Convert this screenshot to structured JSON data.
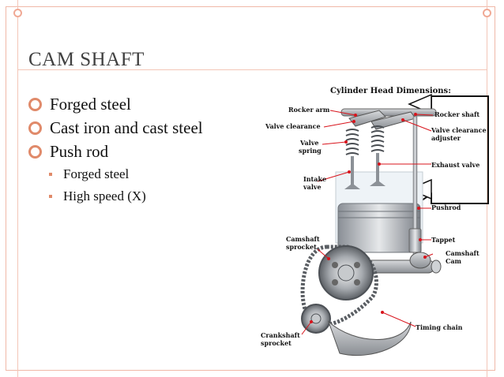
{
  "slide": {
    "title": "CAM SHAFT",
    "bullets": [
      {
        "text": "Forged steel",
        "level": 1
      },
      {
        "text": "Cast iron and cast steel",
        "level": 1
      },
      {
        "text": "Push rod",
        "level": 1
      },
      {
        "text": "Forged steel",
        "level": 2
      },
      {
        "text": "High speed (X)",
        "level": 2
      }
    ]
  },
  "figure": {
    "heading": "Cylinder Head Dimensions:",
    "labels": {
      "rocker_arm": "Rocker arm",
      "valve_clearance": "Valve clearance",
      "valve_spring_1": "Valve",
      "valve_spring_2": "spring",
      "intake_1": "Intake",
      "intake_2": "valve",
      "camshaft_sprocket_1": "Camshaft",
      "camshaft_sprocket_2": "sprocket",
      "crankshaft_sprocket_1": "Crankshaft",
      "crankshaft_sprocket_2": "sprocket",
      "rocker_shaft": "Rocker shaft",
      "valve_clearance_adjuster_1": "Valve clearance",
      "valve_clearance_adjuster_2": "adjuster",
      "exhaust_valve": "Exhaust valve",
      "pushrod": "Pushrod",
      "tappet": "Tappet",
      "camshaft_cam_1": "Camshaft",
      "camshaft_cam_2": "Cam",
      "timing_chain": "Timing chain"
    }
  },
  "colors": {
    "accent": "#e08a6a",
    "rule": "#f3c6b8",
    "title": "#404040",
    "leader": "#d8141c"
  }
}
